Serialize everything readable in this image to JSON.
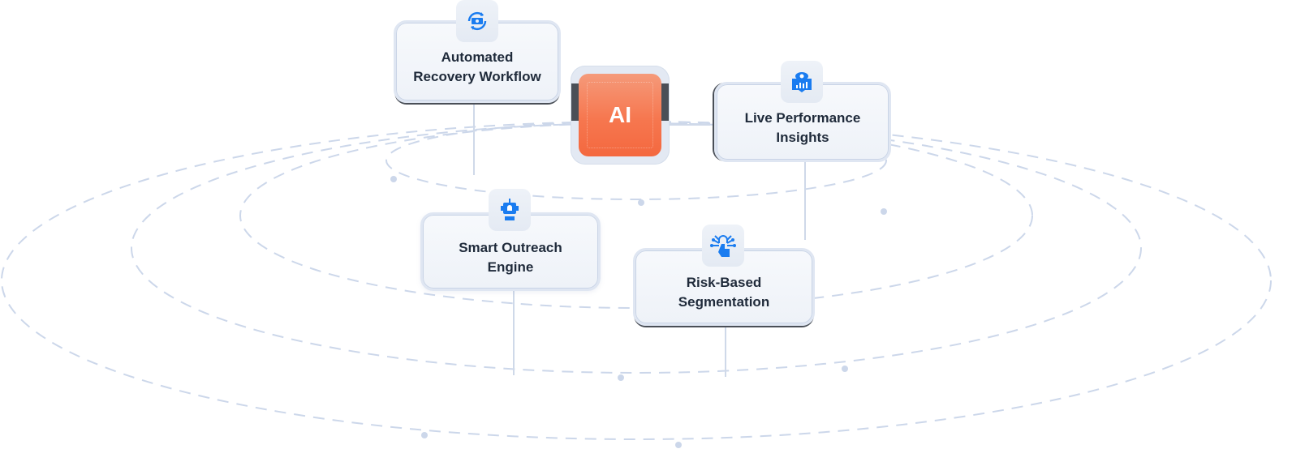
{
  "center": {
    "label": "AI",
    "color": "#f6774f"
  },
  "nodes": [
    {
      "id": "automated-recovery-workflow",
      "label": "Automated\nRecovery Workflow",
      "icon": "money-cycle-icon"
    },
    {
      "id": "live-performance-insights",
      "label": "Live Performance\nInsights",
      "icon": "eye-chart-icon"
    },
    {
      "id": "smart-outreach-engine",
      "label": "Smart Outreach\nEngine",
      "icon": "robot-bell-icon"
    },
    {
      "id": "risk-based-segmentation",
      "label": "Risk-Based\nSegmentation",
      "icon": "touch-network-icon"
    }
  ],
  "colors": {
    "icon_blue": "#1a7cf0",
    "orbit": "#ccd7ea",
    "text": "#1f2a3a"
  }
}
